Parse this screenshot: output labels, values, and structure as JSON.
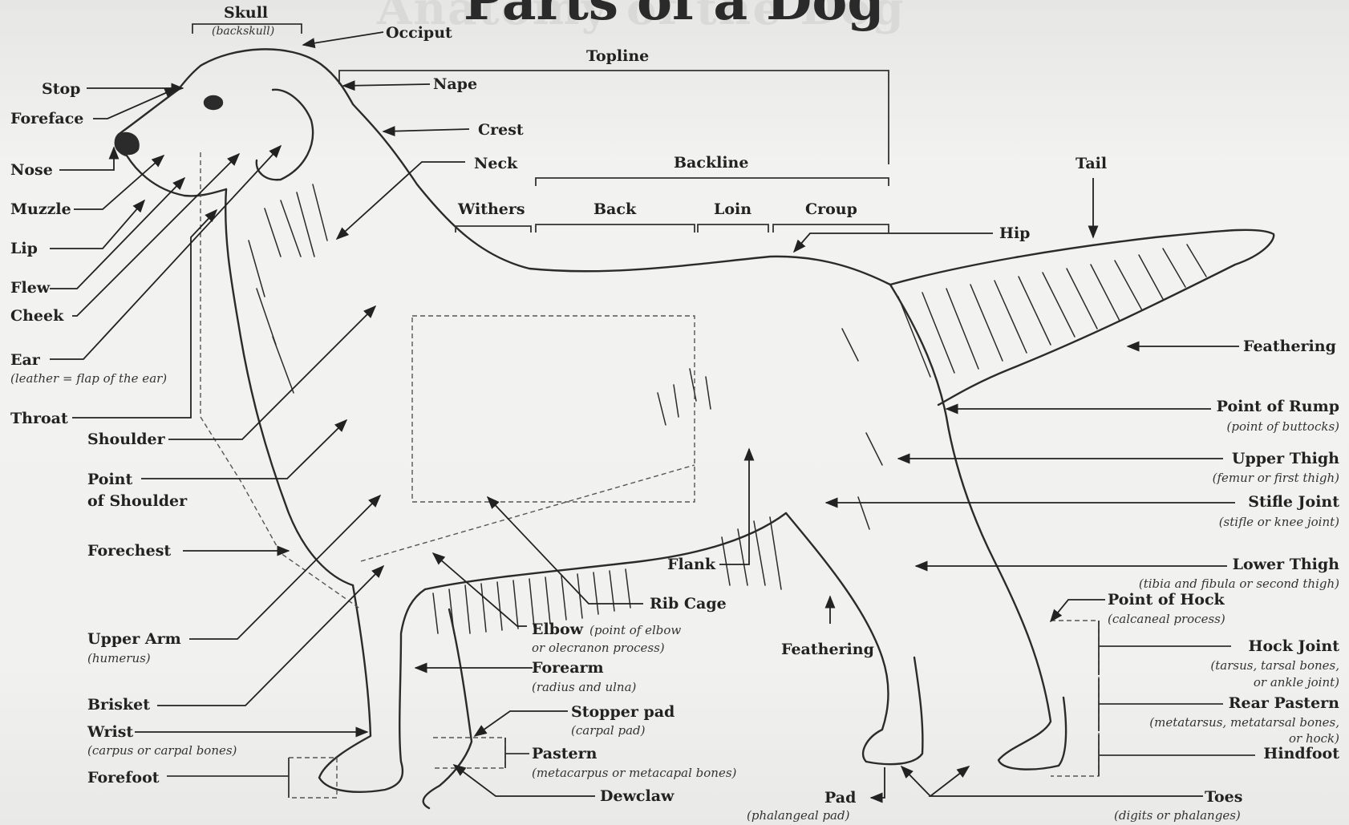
{
  "title": "Parts of a Dog",
  "ghost_title": "Anatomy of the Dog",
  "labels": {
    "skull": "Skull",
    "backskull": "(backskull)",
    "occiput": "Occiput",
    "topline": "Topline",
    "nape": "Nape",
    "stop": "Stop",
    "foreface": "Foreface",
    "crest": "Crest",
    "nose": "Nose",
    "neck": "Neck",
    "backline": "Backline",
    "tail": "Tail",
    "muzzle": "Muzzle",
    "withers": "Withers",
    "back": "Back",
    "loin": "Loin",
    "croup": "Croup",
    "hip": "Hip",
    "lip": "Lip",
    "flew": "Flew",
    "cheek": "Cheek",
    "ear": "Ear",
    "ear_note": "(leather = flap of the ear)",
    "feathering_tail": "Feathering",
    "throat": "Throat",
    "point_of_rump": "Point of Rump",
    "point_of_rump_note": "(point of buttocks)",
    "shoulder": "Shoulder",
    "upper_thigh": "Upper Thigh",
    "upper_thigh_note": "(femur or first thigh)",
    "point_line1": "Point",
    "point_line2": "of Shoulder",
    "stifle_joint": "Stifle Joint",
    "stifle_note": "(stifle or knee joint)",
    "forechest": "Forechest",
    "flank": "Flank",
    "lower_thigh": "Lower Thigh",
    "lower_thigh_note": "(tibia and fibula or second thigh)",
    "rib_cage": "Rib Cage",
    "point_of_hock": "Point of Hock",
    "point_of_hock_note": "(calcaneal process)",
    "upper_arm": "Upper Arm",
    "humerus": "(humerus)",
    "elbow": "Elbow",
    "elbow_note1": "(point of elbow",
    "elbow_note2": "or olecranon process)",
    "hock_joint": "Hock Joint",
    "hock_note1": "(tarsus, tarsal bones,",
    "hock_note2": "or ankle joint)",
    "feathering_leg": "Feathering",
    "forearm": "Forearm",
    "forearm_note": "(radius and ulna)",
    "brisket": "Brisket",
    "rear_pastern": "Rear Pastern",
    "rear_pastern_note1": "(metatarsus, metatarsal bones,",
    "rear_pastern_note2": "or hock)",
    "stopper_pad": "Stopper pad",
    "stopper_note": "(carpal pad)",
    "wrist": "Wrist",
    "wrist_note": "(carpus or carpal bones)",
    "hindfoot": "Hindfoot",
    "pastern": "Pastern",
    "pastern_note": "(metacarpus or metacapal bones)",
    "forefoot": "Forefoot",
    "dewclaw": "Dewclaw",
    "pad": "Pad",
    "pad_note": "(phalangeal pad)",
    "toes": "Toes",
    "toes_note": "(digits or phalanges)"
  }
}
